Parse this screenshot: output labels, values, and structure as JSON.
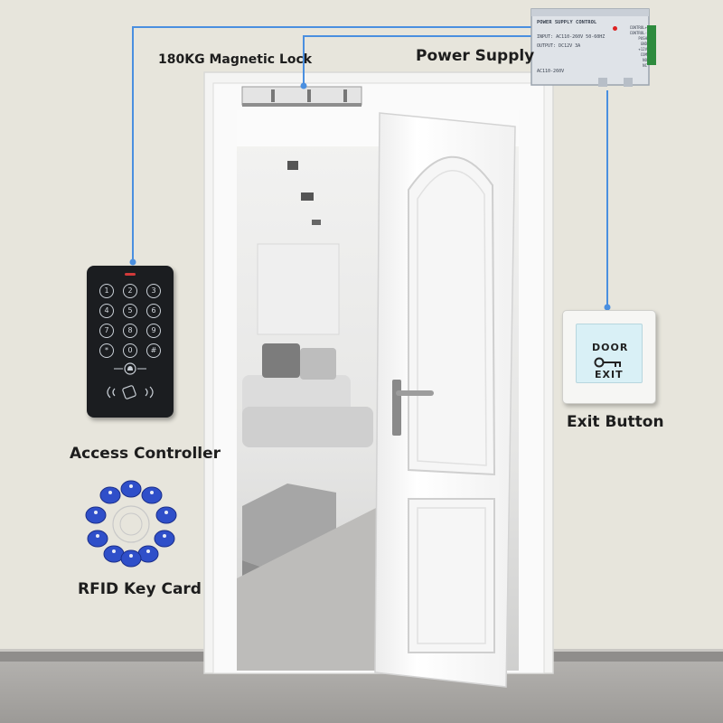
{
  "labels": {
    "magnetic_lock": "180KG Magnetic Lock",
    "power_supply": "Power Supply",
    "access_controller": "Access Controller",
    "exit_button": "Exit Button",
    "rfid_key_card": "RFID Key Card"
  },
  "power_supply_unit": {
    "header": "POWER SUPPLY CONTROL",
    "input": "INPUT: AC110-260V 50-60HZ",
    "output": "OUTPUT: DC12V 3A",
    "model": "AC110-260V",
    "terminals": [
      "CONTROL+",
      "CONTROL-",
      "PUSH",
      "GND",
      "+12V",
      "COM",
      "NO",
      "NC"
    ]
  },
  "keypad": {
    "keys": [
      "1",
      "2",
      "3",
      "4",
      "5",
      "6",
      "7",
      "8",
      "9",
      "*",
      "0",
      "#"
    ]
  },
  "exit_plate": {
    "line1": "DOOR",
    "line2": "EXIT"
  },
  "colors": {
    "wire": "#4a8fe0",
    "wall": "#e7e5dc",
    "floor": "#a9a7a4",
    "door": "#fbfbfb",
    "keypad_body": "#1b1d20",
    "rfid_tag": "#2f4fc9"
  },
  "icons": {
    "key_icon": "key-icon",
    "bell_icon": "bell-icon",
    "card_icon": "rfid-card-icon",
    "power_led": "led-icon"
  }
}
